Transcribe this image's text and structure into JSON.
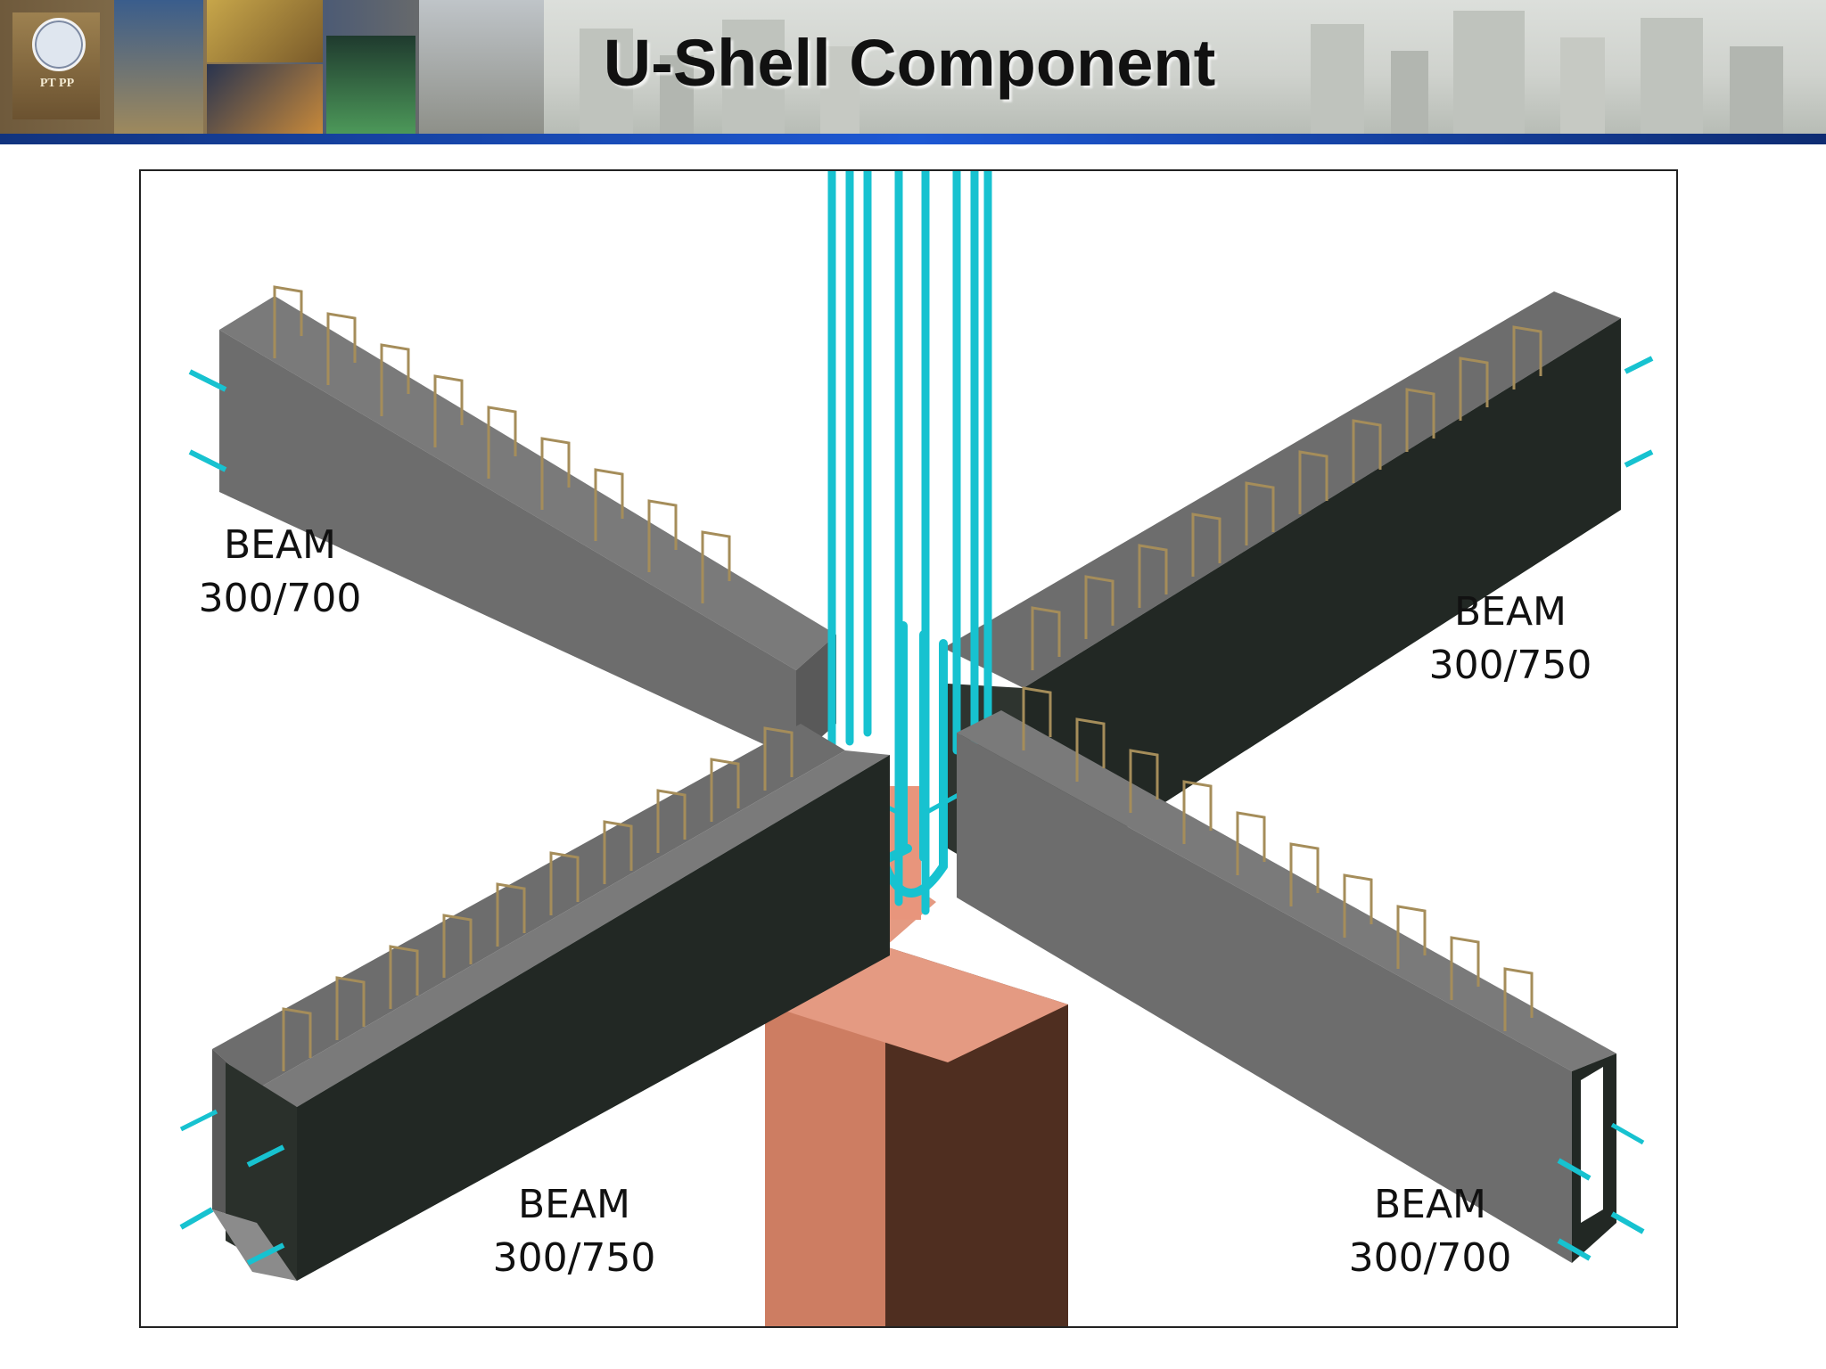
{
  "slide": {
    "title": "U-Shell Component",
    "logo_text": "PT PP"
  },
  "colors": {
    "header_bar": "#1d4fc4",
    "beam_light": "#6b6b6b",
    "beam_dark": "#222824",
    "column_light": "#cd7d62",
    "column_dark": "#4f2e20",
    "rebar": "#17c2d0",
    "stirrup": "#a58d5a"
  },
  "beams": [
    {
      "name": "beam-top-left",
      "type": "BEAM",
      "size": "300/700"
    },
    {
      "name": "beam-top-right",
      "type": "BEAM",
      "size": "300/750"
    },
    {
      "name": "beam-bottom-left",
      "type": "BEAM",
      "size": "300/750"
    },
    {
      "name": "beam-bottom-right",
      "type": "BEAM",
      "size": "300/700"
    }
  ]
}
